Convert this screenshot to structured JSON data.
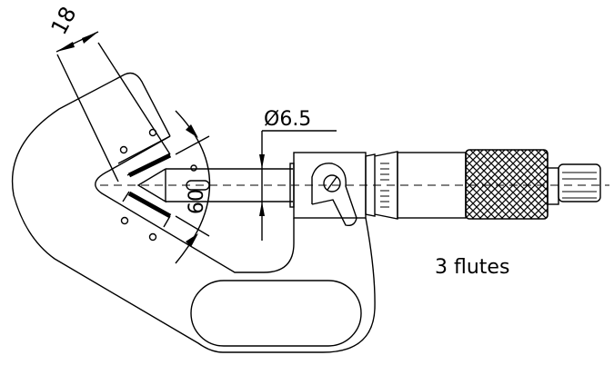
{
  "dimensions": {
    "width_label": "18",
    "angle_label": "60",
    "diameter_label": "Ø6.5"
  },
  "caption": "3 flutes",
  "colors": {
    "line": "#000000",
    "background": "#ffffff"
  }
}
